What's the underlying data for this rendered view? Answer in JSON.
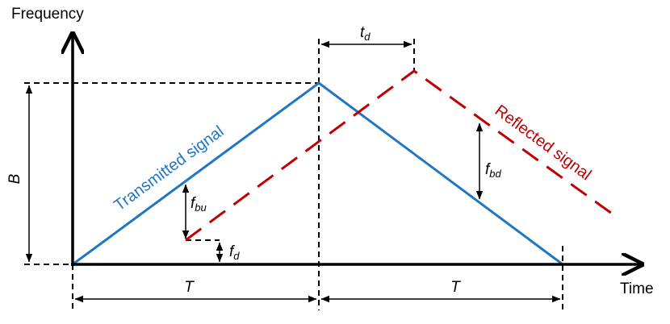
{
  "axes": {
    "y_title": "Frequency",
    "x_title": "Time"
  },
  "symbols": {
    "bandwidth": "B",
    "period_left": "T",
    "period_right": "T",
    "time_delay": {
      "main": "t",
      "sub": "d"
    },
    "doppler": {
      "main": "f",
      "sub": "d"
    },
    "beat_up": {
      "main": "f",
      "sub": "bu"
    },
    "beat_down": {
      "main": "f",
      "sub": "bd"
    }
  },
  "signals": {
    "transmitted": {
      "label": "Transmitted signal",
      "color": "#1f77c4"
    },
    "reflected": {
      "label": "Reflected signal",
      "color": "#c00000"
    }
  },
  "colors": {
    "axis": "#000000",
    "guides": "#000000"
  }
}
